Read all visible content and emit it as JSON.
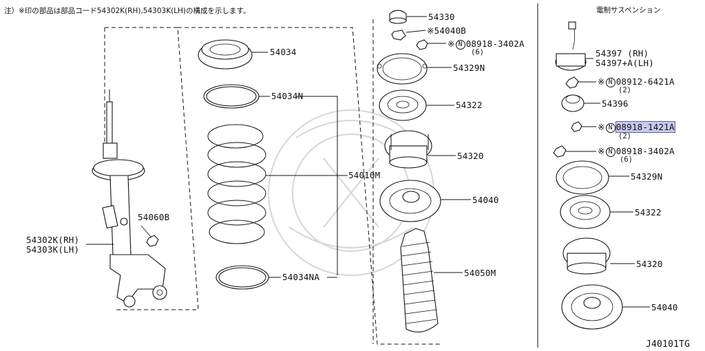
{
  "header": {
    "note": "注）※印の部品は部品コード54302K(RH),54303K(LH)の構成を示します。",
    "section_title": "電制サスペンション"
  },
  "diagram_code": "J40101TG",
  "labels": {
    "p54034": "54034",
    "p54034N": "54034N",
    "p54010M": "54010M",
    "p54034NA": "54034NA",
    "p54060B": "54060B",
    "p54302K": "54302K(RH)",
    "p54303K": "54303K(LH)",
    "p54330": "54330",
    "p54040B": "※54040B",
    "p08918_3402A_main": "08918-3402A",
    "qty6_main": "(6)",
    "p54329N": "54329N",
    "p54322": "54322",
    "p54320": "54320",
    "p54040": "54040",
    "p54050M": "54050M",
    "p54397": "54397  (RH)",
    "p54397A": "54397+A(LH)",
    "p08912_6421A": "08912-6421A",
    "qty2_a": "(2)",
    "p54396": "54396",
    "p08918_1421A": "08918-1421A",
    "qty2_b": "(2)",
    "p08918_3402A_right": "08918-3402A",
    "qty6_right": "(6)",
    "p54329N_right": "54329N",
    "p54322_right": "54322",
    "p54320_right": "54320",
    "p54040_right": "54040",
    "asterisk": "※",
    "n_mark": "N"
  }
}
